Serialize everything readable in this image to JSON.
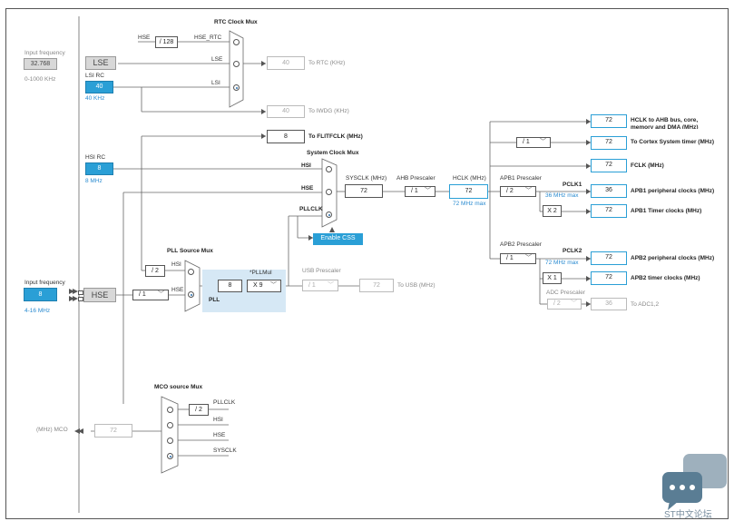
{
  "left": {
    "input_freq_label": "Input frequency",
    "lse_value": "32.768",
    "lse_range": "0-1000 KHz",
    "lse_block": "LSE",
    "lsi_rc_label": "LSI RC",
    "lsi_value": "40",
    "lsi_freq": "40 KHz",
    "hsi_rc_label": "HSI RC",
    "hsi_value": "8",
    "hsi_freq": "8 MHz",
    "hse_input_label": "Input frequency",
    "hse_value": "8",
    "hse_range": "4-16 MHz",
    "hse_block": "HSE",
    "mco_label": "(MHz) MCO",
    "mco_value": "72"
  },
  "rtc": {
    "title": "RTC Clock Mux",
    "hse_label": "HSE",
    "div128": "/ 128",
    "hse_rtc": "HSE_RTC",
    "lse_label": "LSE",
    "lsi_label": "LSI",
    "rtc_value": "40",
    "rtc_out": "To RTC (KHz)",
    "iwdg_value": "40",
    "iwdg_out": "To IWDG (KHz)",
    "flit_value": "8",
    "flit_out": "To FLITFCLK (MHz)"
  },
  "sysmux": {
    "title": "System Clock Mux",
    "hsi": "HSI",
    "hse": "HSE",
    "pllclk": "PLLCLK",
    "css_button": "Enable CSS"
  },
  "pllmux": {
    "title": "PLL Source Mux",
    "div2": "/ 2",
    "hsi": "HSI",
    "hse": "HSE",
    "hse_prediv": "/ 1",
    "pll_label": "PLL",
    "pll_in": "8",
    "pllmul_label": "*PLLMul",
    "pllmul": "X 9"
  },
  "usb": {
    "title": "USB Prescaler",
    "div": "/ 1",
    "value": "72",
    "out": "To USB (MHz)"
  },
  "sysclk": {
    "label": "SYSCLK (MHz)",
    "value": "72",
    "ahb_label": "AHB Prescaler",
    "ahb_div": "/ 1",
    "hclk_label": "HCLK (MHz)",
    "hclk_value": "72",
    "hclk_max": "72 MHz max"
  },
  "apb1": {
    "label": "APB1 Prescaler",
    "div": "/ 2",
    "pclk": "PCLK1",
    "max": "36 MHz max",
    "periph_value": "36",
    "periph_out": "APB1 peripheral clocks (MHz)",
    "timer_mul": "X 2",
    "timer_value": "72",
    "timer_out": "APB1 Timer clocks (MHz)"
  },
  "apb2": {
    "label": "APB2 Prescaler",
    "div": "/ 1",
    "pclk": "PCLK2",
    "max": "72 MHz max",
    "periph_value": "72",
    "periph_out": "APB2 peripheral clocks (MHz)",
    "timer_mul": "X 1",
    "timer_value": "72",
    "timer_out": "APB2 timer clocks (MHz)",
    "adc_label": "ADC Prescaler",
    "adc_div": "/ 2",
    "adc_value": "36",
    "adc_out": "To ADC1,2"
  },
  "outputs": {
    "hclk_value": "72",
    "hclk_out_1": "HCLK to AHB bus, core,",
    "hclk_out_2": "memory and DMA (MHz)",
    "cortex_div": "/ 1",
    "cortex_value": "72",
    "cortex_out": "To Cortex System timer (MHz)",
    "fclk_value": "72",
    "fclk_out": "FCLK (MHz)"
  },
  "mco": {
    "title": "MCO source Mux",
    "div2": "/ 2",
    "pllclk": "PLLCLK",
    "hsi": "HSI",
    "hse": "HSE",
    "sysclk": "SYSCLK"
  },
  "watermark": "ST中文论坛",
  "colors": {
    "accent": "#2a9fd6",
    "wire": "#555555"
  }
}
